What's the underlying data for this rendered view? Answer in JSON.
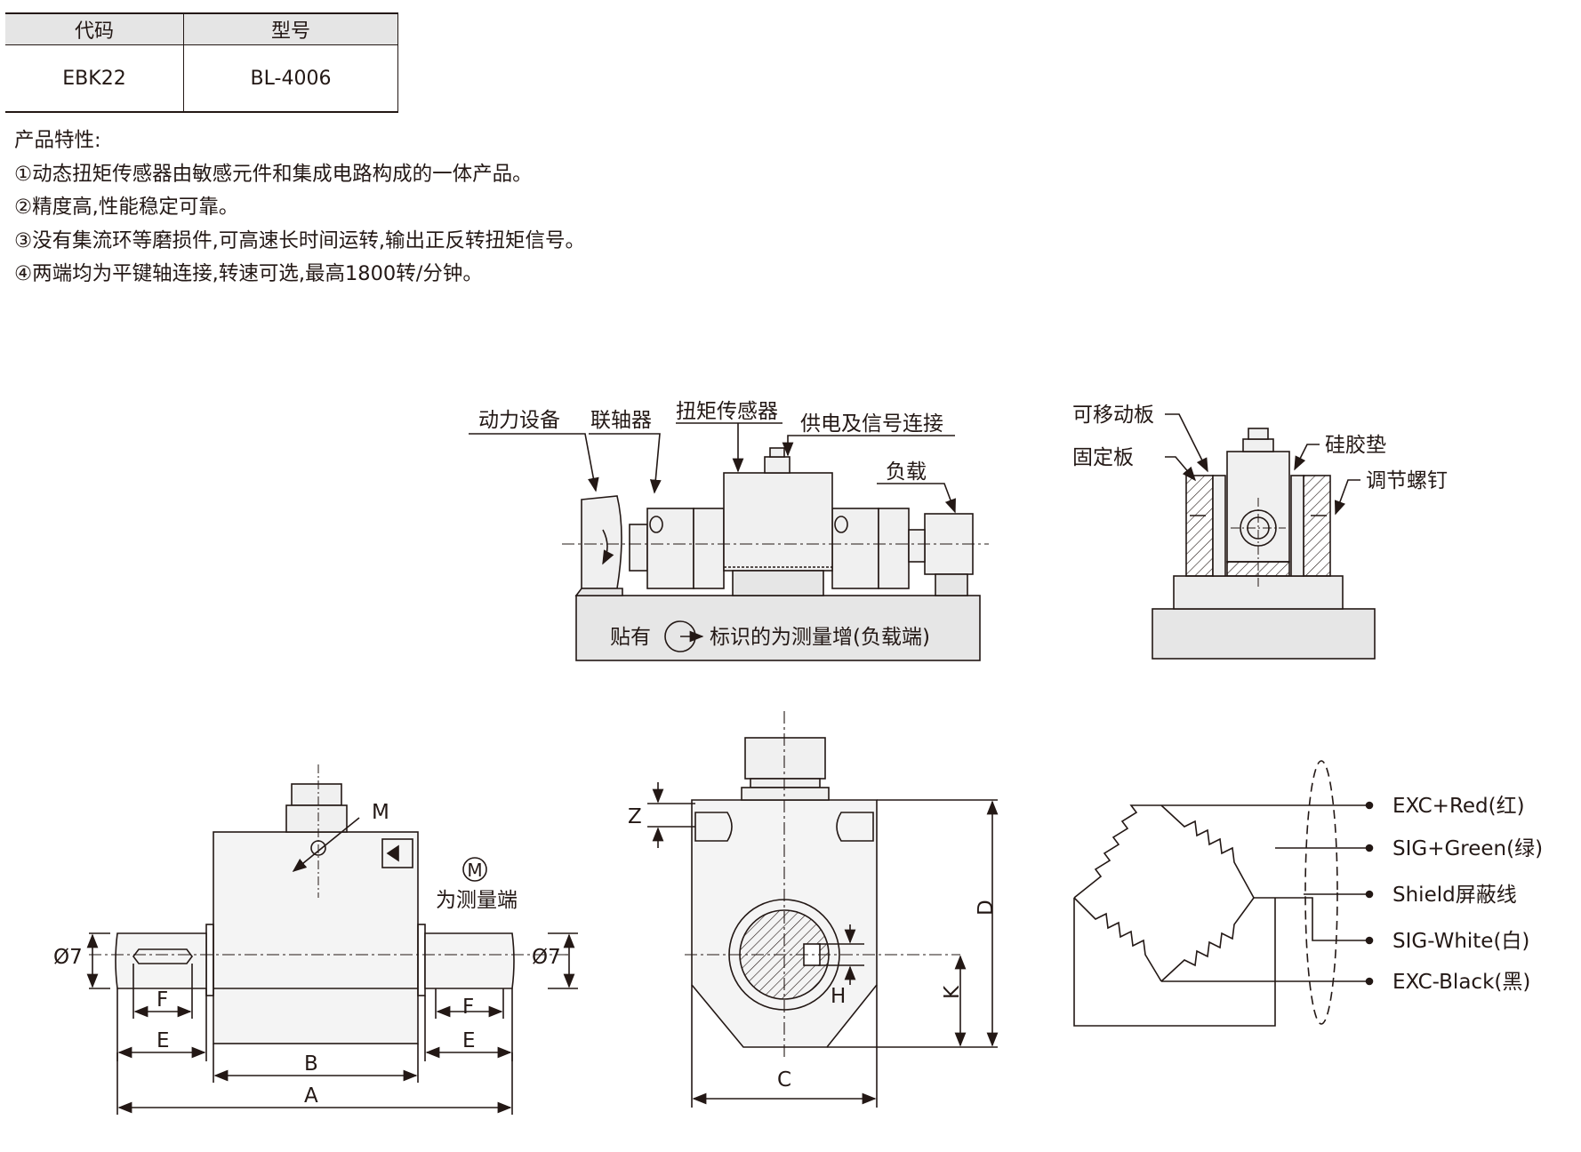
{
  "table": {
    "headers": [
      "代码",
      "型号"
    ],
    "rows": [
      [
        "EBK22",
        "BL-4006"
      ]
    ]
  },
  "features": {
    "title": "产品特性:",
    "items": [
      "①动态扭矩传感器由敏感元件和集成电路构成的一体产品。",
      "②精度高,性能稳定可靠。",
      "③没有集流环等磨损件,可高速长时间运转,输出正反转扭矩信号。",
      "④两端均为平键轴连接,转速可选,最高1800转/分钟。"
    ]
  },
  "install_diagram": {
    "labels": {
      "power": "动力设备",
      "coupling": "联轴器",
      "sensor": "扭矩传感器",
      "supply": "供电及信号连接",
      "load": "负载",
      "note_prefix": "贴有",
      "note_suffix": "标识的为测量增(负载端)"
    }
  },
  "mount_diagram": {
    "labels": {
      "movable_plate": "可移动板",
      "fixed_plate": "固定板",
      "silicone_pad": "硅胶垫",
      "adjust_screw": "调节螺钉"
    }
  },
  "side_view": {
    "labels": {
      "m": "M",
      "m_circled": "M",
      "measure_end": "为测量端",
      "dia_left": "Ø7",
      "dia_right": "Ø7",
      "f_left": "F",
      "f_right": "F",
      "e_left": "E",
      "e_right": "E",
      "b": "B",
      "a": "A"
    }
  },
  "front_view": {
    "labels": {
      "z": "Z",
      "d": "D",
      "h": "H",
      "k": "K",
      "c": "C"
    }
  },
  "wiring": {
    "wires": [
      "EXC+Red(红)",
      "SIG+Green(绿)",
      "Shield屏蔽线",
      "SIG-White(白)",
      "EXC-Black(黑)"
    ]
  },
  "colors": {
    "line": "#231815",
    "header_bg": "#e5e5e5",
    "part_fill": "#f0f0f0",
    "base_fill": "#e6e6e6"
  }
}
